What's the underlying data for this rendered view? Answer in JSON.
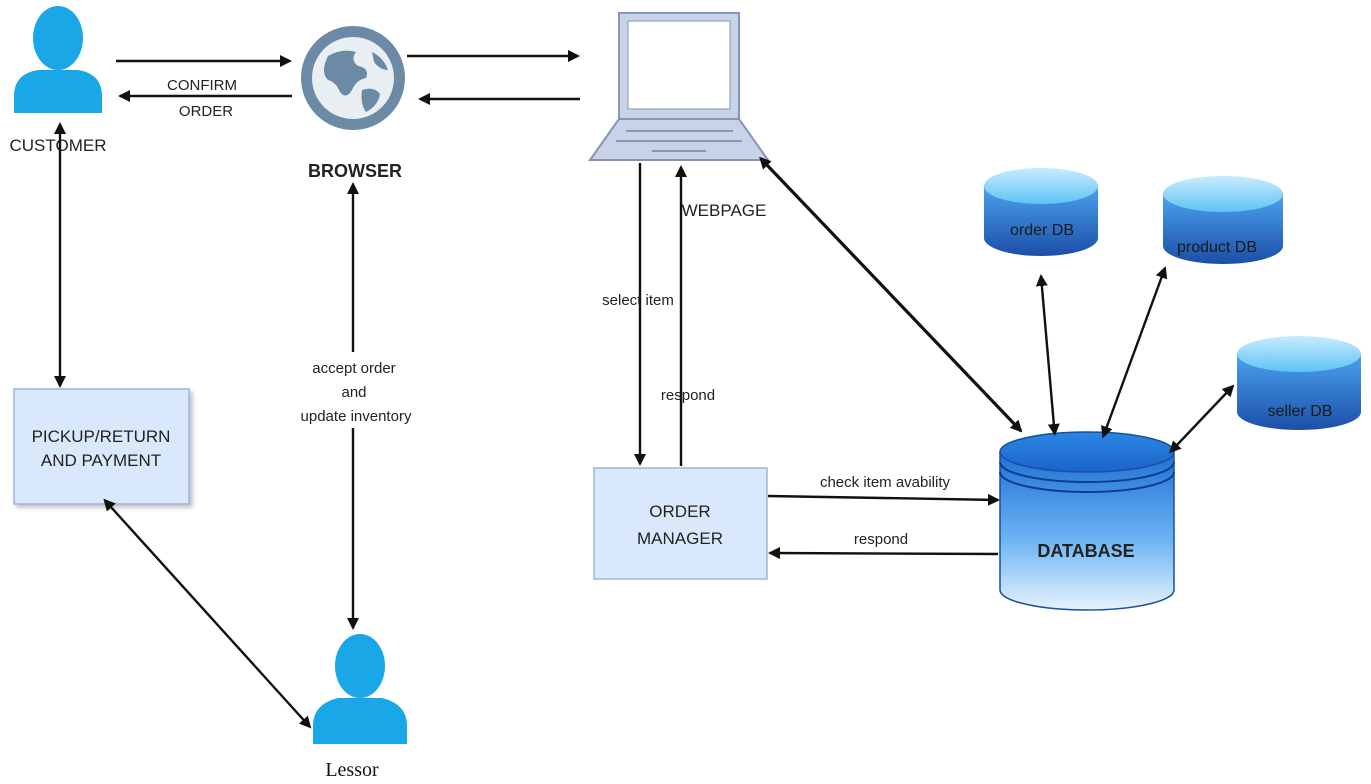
{
  "nodes": {
    "customer": "CUSTOMER",
    "browser": "BROWSER",
    "webpage": "WEBPAGE",
    "lessor": "Lessor",
    "pickup_line1": "PICKUP/RETURN",
    "pickup_line2": "AND PAYMENT",
    "order_manager_line1": "ORDER",
    "order_manager_line2": "MANAGER",
    "database": "DATABASE",
    "order_db": "order DB",
    "product_db": "product DB",
    "seller_db": "seller DB"
  },
  "edges": {
    "confirm_line1": "CONFIRM",
    "confirm_line2": "ORDER",
    "accept_line1": "accept order",
    "accept_line2": "and",
    "accept_line3": "update inventory",
    "select_item": "select item",
    "respond_webpage": "respond",
    "check_item": "check item avability",
    "respond_db": "respond"
  },
  "icons": {
    "customer": "person-icon",
    "lessor": "person-icon",
    "browser": "globe-icon",
    "webpage": "laptop-icon"
  },
  "colors": {
    "person_blue": "#1aa7e8",
    "box_fill": "#dae8fc",
    "box_stroke": "#9db6d9",
    "db_top": "#7cc3f2",
    "db_body": "#2a7ad6"
  }
}
